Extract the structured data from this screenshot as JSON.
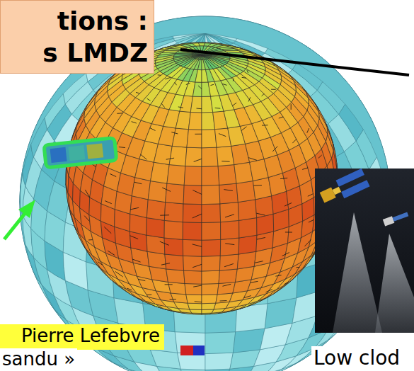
{
  "diagram": {
    "nodes": [
      {
        "text": [
          "tions : s LMDZ"
        ]
      },
      {
        "text": [
          "Pierre Lefebvre"
        ]
      }
    ],
    "labels": [
      "sandu »",
      "Low clod"
    ]
  }
}
